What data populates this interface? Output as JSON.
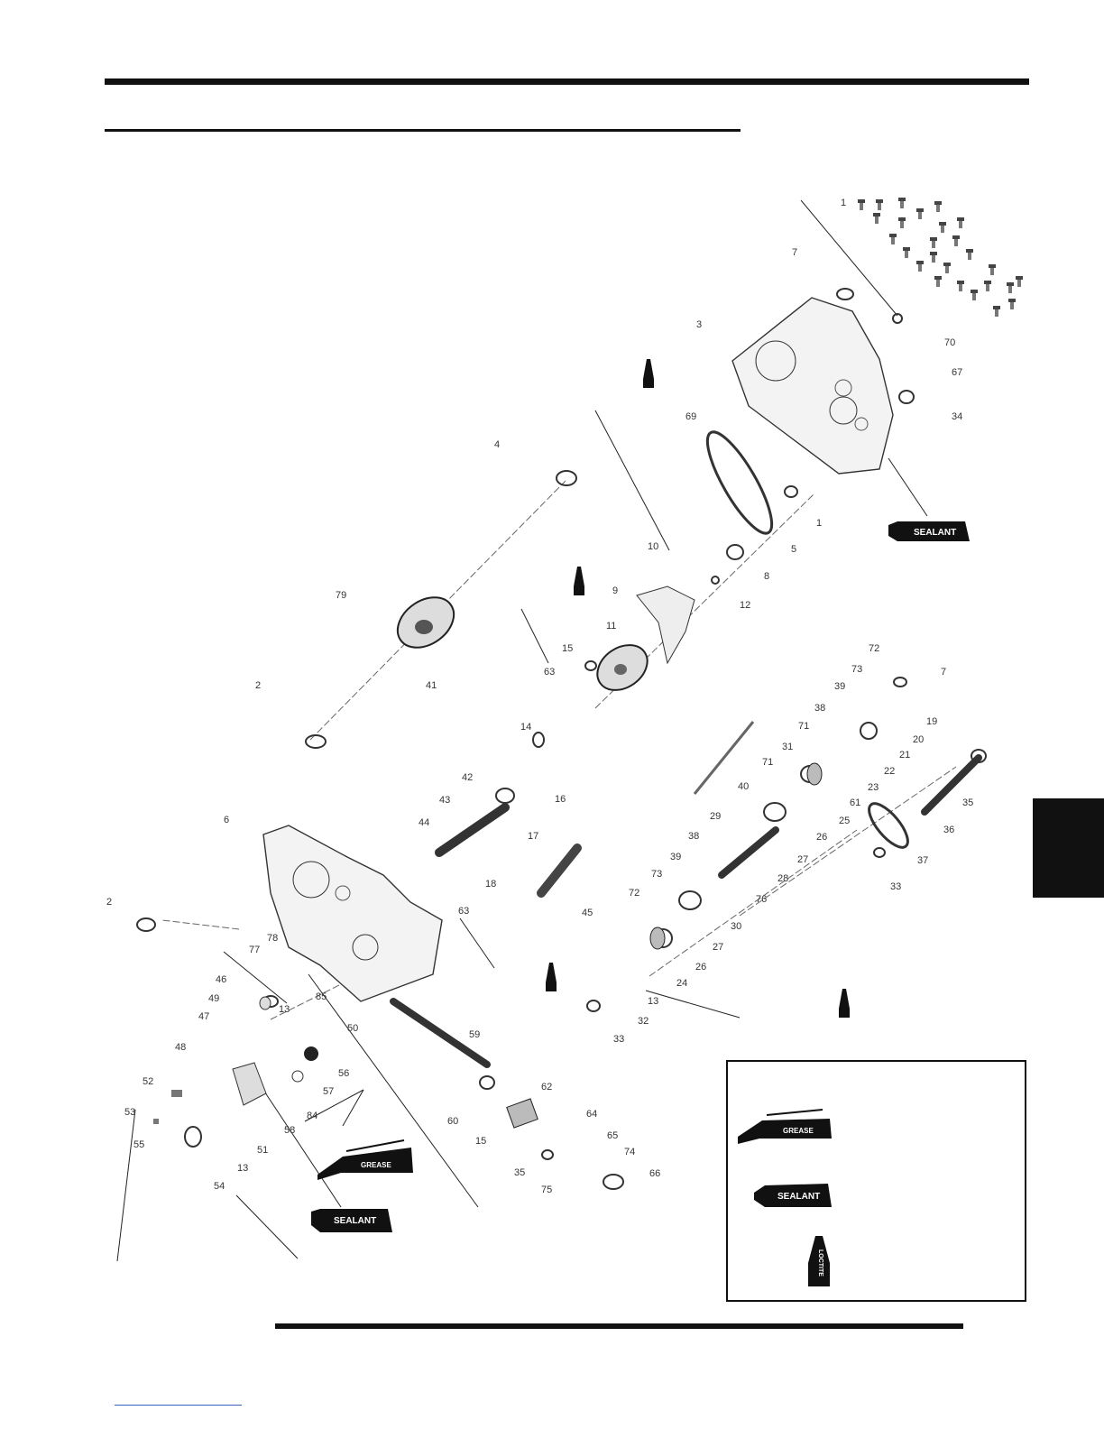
{
  "callouts": [
    {
      "id": "c1a",
      "text": "1"
    },
    {
      "id": "c70",
      "text": "70"
    },
    {
      "id": "c7a",
      "text": "7"
    },
    {
      "id": "c3",
      "text": "3"
    },
    {
      "id": "c67",
      "text": "67"
    },
    {
      "id": "c34",
      "text": "34"
    },
    {
      "id": "c69",
      "text": "69"
    },
    {
      "id": "c4",
      "text": "4"
    },
    {
      "id": "c1b",
      "text": "1"
    },
    {
      "id": "c5",
      "text": "5"
    },
    {
      "id": "c10",
      "text": "10"
    },
    {
      "id": "c8",
      "text": "8"
    },
    {
      "id": "c12",
      "text": "12"
    },
    {
      "id": "c9",
      "text": "9"
    },
    {
      "id": "c79",
      "text": "79"
    },
    {
      "id": "c11a",
      "text": "11"
    },
    {
      "id": "c72a",
      "text": "72"
    },
    {
      "id": "c73a",
      "text": "73"
    },
    {
      "id": "c63a",
      "text": "63"
    },
    {
      "id": "c15a",
      "text": "15"
    },
    {
      "id": "c39a",
      "text": "39"
    },
    {
      "id": "c7b",
      "text": "7"
    },
    {
      "id": "c38a",
      "text": "38"
    },
    {
      "id": "c19",
      "text": "19"
    },
    {
      "id": "c2a",
      "text": "2"
    },
    {
      "id": "c41",
      "text": "41"
    },
    {
      "id": "c14",
      "text": "14"
    },
    {
      "id": "c71a",
      "text": "71"
    },
    {
      "id": "c20",
      "text": "20"
    },
    {
      "id": "c31",
      "text": "31"
    },
    {
      "id": "c21",
      "text": "21"
    },
    {
      "id": "c22",
      "text": "22"
    },
    {
      "id": "c42",
      "text": "42"
    },
    {
      "id": "c71b",
      "text": "71"
    },
    {
      "id": "c16",
      "text": "16"
    },
    {
      "id": "c23",
      "text": "23"
    },
    {
      "id": "c43",
      "text": "43"
    },
    {
      "id": "c40",
      "text": "40"
    },
    {
      "id": "c61",
      "text": "61"
    },
    {
      "id": "c35a",
      "text": "35"
    },
    {
      "id": "c44",
      "text": "44"
    },
    {
      "id": "c6",
      "text": "6"
    },
    {
      "id": "c17",
      "text": "17"
    },
    {
      "id": "c25",
      "text": "25"
    },
    {
      "id": "c36",
      "text": "36"
    },
    {
      "id": "c29",
      "text": "29"
    },
    {
      "id": "c38b",
      "text": "38"
    },
    {
      "id": "c26a",
      "text": "26"
    },
    {
      "id": "c27a",
      "text": "27"
    },
    {
      "id": "c39b",
      "text": "39"
    },
    {
      "id": "c73b",
      "text": "73"
    },
    {
      "id": "c28",
      "text": "28"
    },
    {
      "id": "c37",
      "text": "37"
    },
    {
      "id": "c18",
      "text": "18"
    },
    {
      "id": "c72b",
      "text": "72"
    },
    {
      "id": "c76",
      "text": "76"
    },
    {
      "id": "c33a",
      "text": "33"
    },
    {
      "id": "c2b",
      "text": "2"
    },
    {
      "id": "c63b",
      "text": "63"
    },
    {
      "id": "c45",
      "text": "45"
    },
    {
      "id": "c30",
      "text": "30"
    },
    {
      "id": "c27b",
      "text": "27"
    },
    {
      "id": "c78",
      "text": "78"
    },
    {
      "id": "c26b",
      "text": "26"
    },
    {
      "id": "c77",
      "text": "77"
    },
    {
      "id": "c24",
      "text": "24"
    },
    {
      "id": "c46",
      "text": "46"
    },
    {
      "id": "c85",
      "text": "85"
    },
    {
      "id": "c13a",
      "text": "13"
    },
    {
      "id": "c49",
      "text": "49"
    },
    {
      "id": "c13b",
      "text": "13"
    },
    {
      "id": "c32",
      "text": "32"
    },
    {
      "id": "c47",
      "text": "47"
    },
    {
      "id": "c33b",
      "text": "33"
    },
    {
      "id": "c50",
      "text": "50"
    },
    {
      "id": "c59",
      "text": "59"
    },
    {
      "id": "c48",
      "text": "48"
    },
    {
      "id": "c56",
      "text": "56"
    },
    {
      "id": "c52",
      "text": "52"
    },
    {
      "id": "c57",
      "text": "57"
    },
    {
      "id": "c62",
      "text": "62"
    },
    {
      "id": "c53",
      "text": "53"
    },
    {
      "id": "c84",
      "text": "84"
    },
    {
      "id": "c58",
      "text": "58"
    },
    {
      "id": "c60",
      "text": "60"
    },
    {
      "id": "c64",
      "text": "64"
    },
    {
      "id": "c51",
      "text": "51"
    },
    {
      "id": "c15b",
      "text": "15"
    },
    {
      "id": "c55",
      "text": "55"
    },
    {
      "id": "c65",
      "text": "65"
    },
    {
      "id": "c74",
      "text": "74"
    },
    {
      "id": "c13c",
      "text": "13"
    },
    {
      "id": "c35b",
      "text": "35"
    },
    {
      "id": "c54",
      "text": "54"
    },
    {
      "id": "c75",
      "text": "75"
    },
    {
      "id": "c66",
      "text": "66"
    }
  ],
  "tools": {
    "sealant_label": "SEALANT",
    "grease_label": "GREASE",
    "loctite_label": "LOCTITE"
  },
  "legend": {
    "grease_label": "GREASE",
    "sealant_label": "SEALANT",
    "loctite_label": "LOCTITE"
  }
}
